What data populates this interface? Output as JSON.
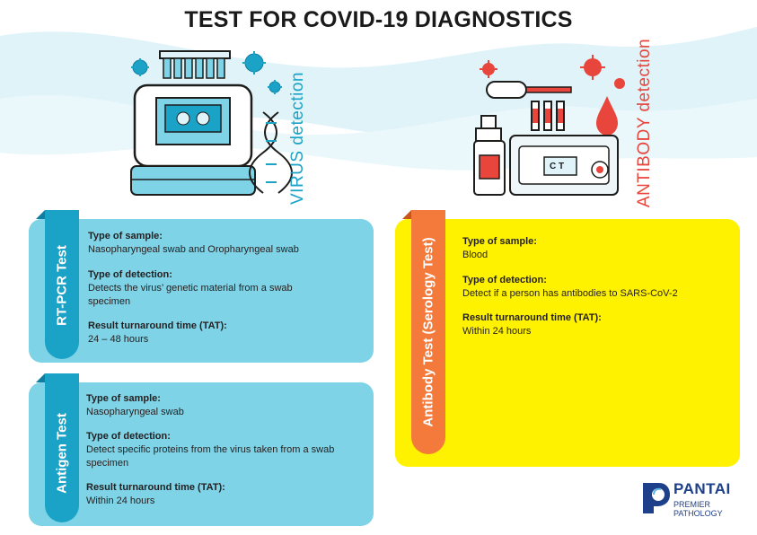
{
  "page": {
    "title": "TEST FOR COVID-19 DIAGNOSTICS"
  },
  "virus_detection": {
    "strong": "VIRUS",
    "rest": " detection",
    "color": "#1aa3c7"
  },
  "antibody_detection": {
    "strong": "ANTIBODY",
    "rest": " detection",
    "color": "#e8453c"
  },
  "device_label": "C  T",
  "cards": {
    "rtpcr": {
      "ribbon": "RT-PCR Test",
      "sample_label": "Type of sample:",
      "sample_value": "Nasopharyngeal swab and Oropharyngeal swab",
      "detection_label": "Type of detection:",
      "detection_value_1": "Detects the virus’ genetic material from a swab",
      "detection_value_2": "specimen",
      "tat_label": "Result turnaround time (TAT):",
      "tat_value": "24 – 48 hours"
    },
    "antigen": {
      "ribbon": "Antigen Test",
      "sample_label": "Type of sample:",
      "sample_value": "Nasopharyngeal swab",
      "detection_label": "Type of detection:",
      "detection_value_1": "Detect specific proteins from the virus taken from a swab",
      "detection_value_2": "specimen",
      "tat_label": "Result turnaround time (TAT):",
      "tat_value": "Within 24 hours"
    },
    "antibody": {
      "ribbon": "Antibody Test (Serology Test)",
      "sample_label": "Type of sample:",
      "sample_value": "Blood",
      "detection_label": "Type of detection:",
      "detection_value": "Detect if a person has antibodies to SARS-CoV-2",
      "tat_label": "Result turnaround time (TAT):",
      "tat_value": "Within 24 hours"
    }
  },
  "logo": {
    "word": "PANTAI",
    "line1": "PREMIER",
    "line2": "PATHOLOGY"
  },
  "colors": {
    "blue_card": "#7fd3e6",
    "blue_ribbon": "#1aa3c7",
    "yellow_card": "#fff200",
    "orange_ribbon": "#f37a3a",
    "wave": "#d9f1f8"
  }
}
